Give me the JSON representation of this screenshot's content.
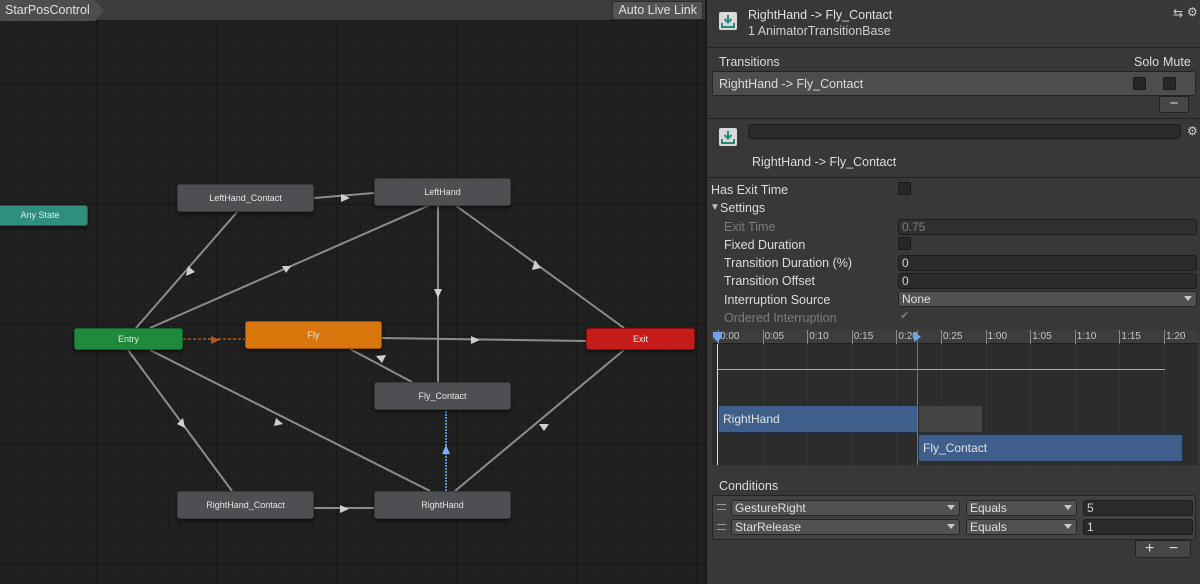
{
  "graph": {
    "breadcrumb": "StarPosControl",
    "live_link_label": "Auto Live Link",
    "nodes": {
      "left_hand_contact": "LeftHand_Contact",
      "left_hand": "LeftHand",
      "any_state": "Any State",
      "entry": "Entry",
      "fly": "Fly",
      "exit": "Exit",
      "fly_contact": "Fly_Contact",
      "right_hand_contact": "RightHand_Contact",
      "right_hand": "RightHand"
    }
  },
  "inspector": {
    "header_title": "RightHand -> Fly_Contact",
    "header_subtitle": "1 AnimatorTransitionBase",
    "transitions_label": "Transitions",
    "solo_label": "Solo",
    "mute_label": "Mute",
    "transition_row": "RightHand -> Fly_Contact",
    "remove_glyph": "−",
    "name_value": "",
    "transition_name": "RightHand -> Fly_Contact",
    "has_exit_time_label": "Has Exit Time",
    "settings_label": "Settings",
    "exit_time_label": "Exit Time",
    "exit_time_value": "0.75",
    "fixed_duration_label": "Fixed Duration",
    "transition_duration_label": "Transition Duration (%)",
    "transition_duration_value": "0",
    "transition_offset_label": "Transition Offset",
    "transition_offset_value": "0",
    "interruption_source_label": "Interruption Source",
    "interruption_source_value": "None",
    "ordered_interruption_label": "Ordered Interruption",
    "ordered_interruption_check": "✔",
    "timeline": {
      "ticks": [
        "0:00",
        "0:05",
        "0:10",
        "0:15",
        "0:20",
        "0:25",
        "1:00",
        "1:05",
        "1:10",
        "1:15",
        "1:20"
      ],
      "source_clip": "RightHand",
      "dest_clip": "Fly_Contact"
    },
    "conditions_label": "Conditions",
    "conditions": [
      {
        "parameter": "GestureRight",
        "mode": "Equals",
        "value": "5"
      },
      {
        "parameter": "StarRelease",
        "mode": "Equals",
        "value": "1"
      }
    ],
    "add_glyph": "+",
    "remove_cond_glyph": "−"
  },
  "colors": {
    "entry": "#1f8a3c",
    "fly": "#d9760d",
    "exit": "#c61b1b",
    "any_state": "#2d8f7c",
    "state": "#4e4f52",
    "selected_transition": "#5b8ed6",
    "clip_blue": "#3e5f8c"
  }
}
